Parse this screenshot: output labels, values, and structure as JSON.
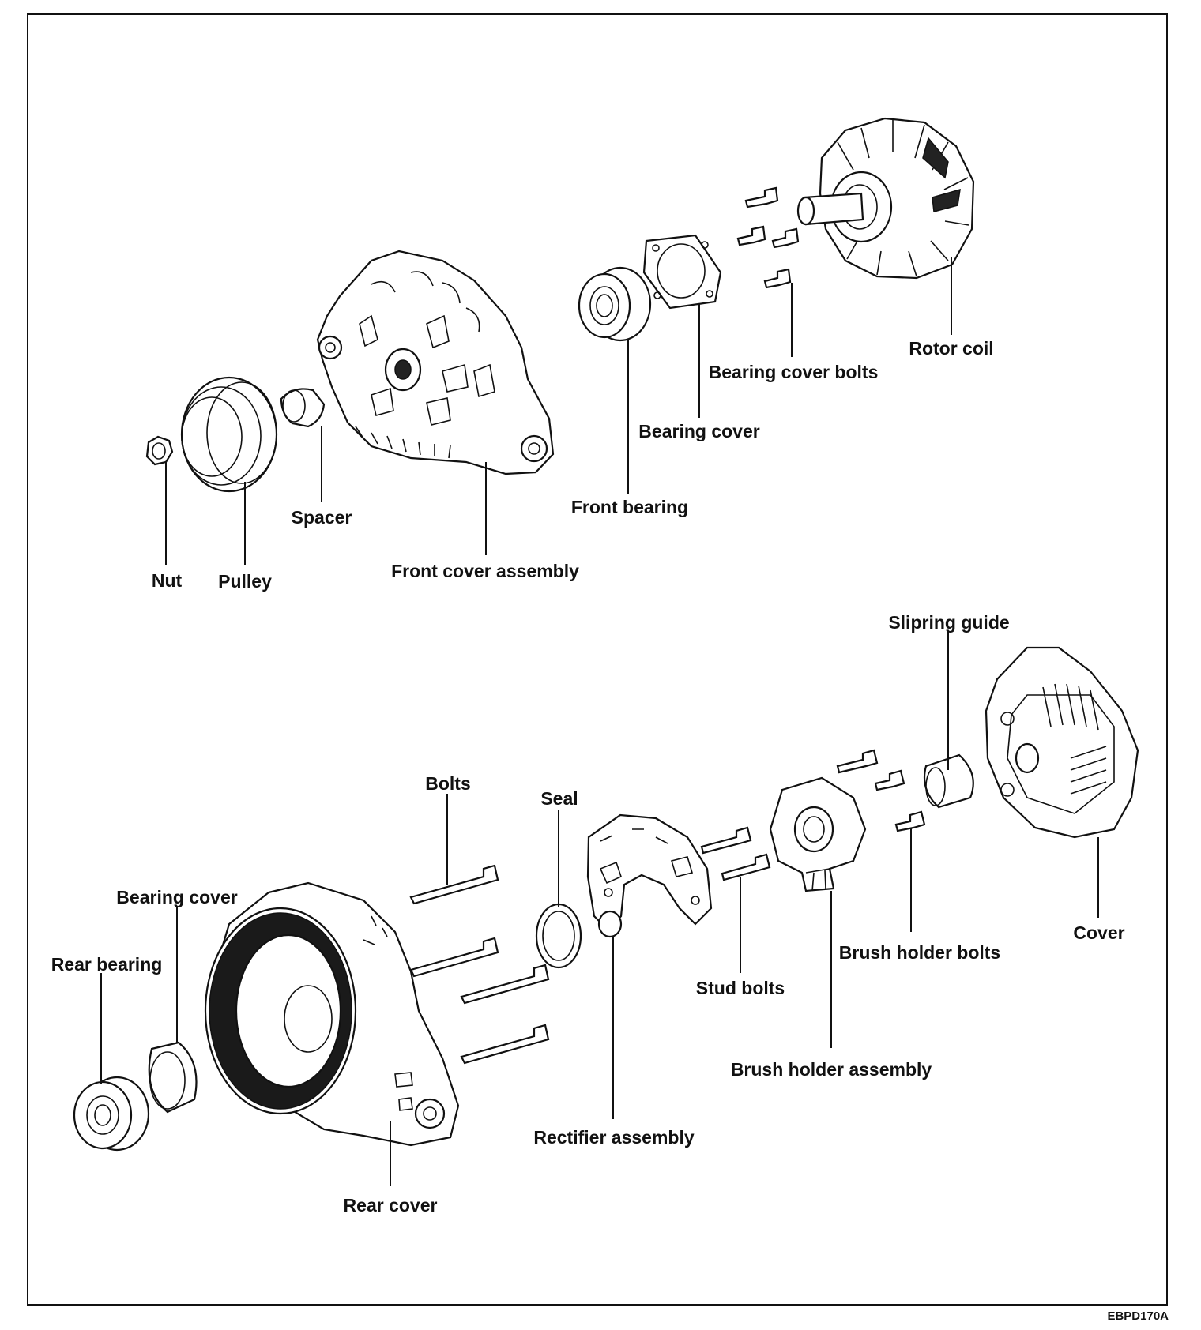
{
  "diagram_code": "EBPD170A",
  "labels": {
    "nut": "Nut",
    "pulley": "Pulley",
    "spacer": "Spacer",
    "front_cover_assembly": "Front cover assembly",
    "front_bearing": "Front bearing",
    "bearing_cover_top": "Bearing cover",
    "bearing_cover_bolts": "Bearing cover bolts",
    "rotor_coil": "Rotor coil",
    "slipring_guide": "Slipring guide",
    "bolts": "Bolts",
    "seal": "Seal",
    "bearing_cover_bottom": "Bearing cover",
    "rear_bearing": "Rear bearing",
    "cover": "Cover",
    "brush_holder_bolts": "Brush holder bolts",
    "stud_bolts": "Stud bolts",
    "brush_holder_assembly": "Brush holder assembly",
    "rectifier_assembly": "Rectifier assembly",
    "rear_cover": "Rear cover"
  }
}
